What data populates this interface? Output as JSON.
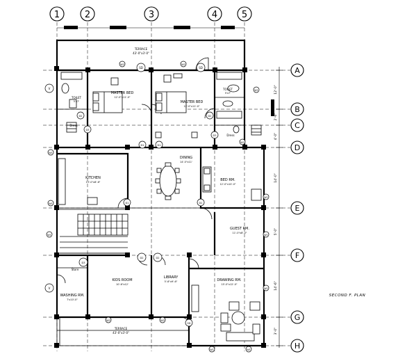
{
  "plan_title": "SECOND F. PLAN",
  "column_grid": [
    "1",
    "2",
    "3",
    "4",
    "5"
  ],
  "row_grid": [
    "A",
    "B",
    "C",
    "D",
    "E",
    "F",
    "G",
    "H"
  ],
  "room_labels": {
    "terrace_top": "TERRACE",
    "terrace_top_size": "43'-0\"x3'-0\"",
    "master_bed_1": "MASTER BED",
    "master_bed_1_size": "12'-0\"x11'-0\"",
    "master_bed_2": "MASTER BED",
    "master_bed_2_size": "12'-0\"x11'-0\"",
    "toilet_1": "TOILET",
    "toilet_1_size": "5'x7'",
    "toilet_2": "TOILET",
    "toilet_2_size": "5'x7'",
    "dress": "Dress",
    "kitchen": "KITCHEN",
    "kitchen_size": "13'-0\"x8'-6\"",
    "dining": "DINING",
    "dining_size": "14'-0\"x11'",
    "bed_rm": "BED RM.",
    "bed_rm_size": "12'-0\"x10'-0\"",
    "guest_rm": "GUEST RM.",
    "guest_rm_size": "11'-0\"x8'-0\"",
    "washing": "WASHING RM.",
    "washing_size": "7'x10'-0\"",
    "store": "Store",
    "kids_room": "KIDS ROOM",
    "kids_room_size": "10'-6\"x12'",
    "library": "LIBRARY",
    "library_size": "5'-6\"x9'-6\"",
    "drawing": "DRAWING RM.",
    "drawing_size": "15'-0\"x12'-0\"",
    "terrace_bottom": "TERRACE",
    "terrace_bottom_size": "43'-0\"x3'-0\""
  },
  "dimension_labels": [
    "12'-0\"",
    "2'-6\"",
    "4'-0\"",
    "14'-0\"",
    "5'-0\"",
    "14'-6\"",
    "3'-0\""
  ],
  "door_tags": [
    "D1",
    "D2",
    "D3",
    "W1",
    "W2",
    "V",
    "SD"
  ]
}
